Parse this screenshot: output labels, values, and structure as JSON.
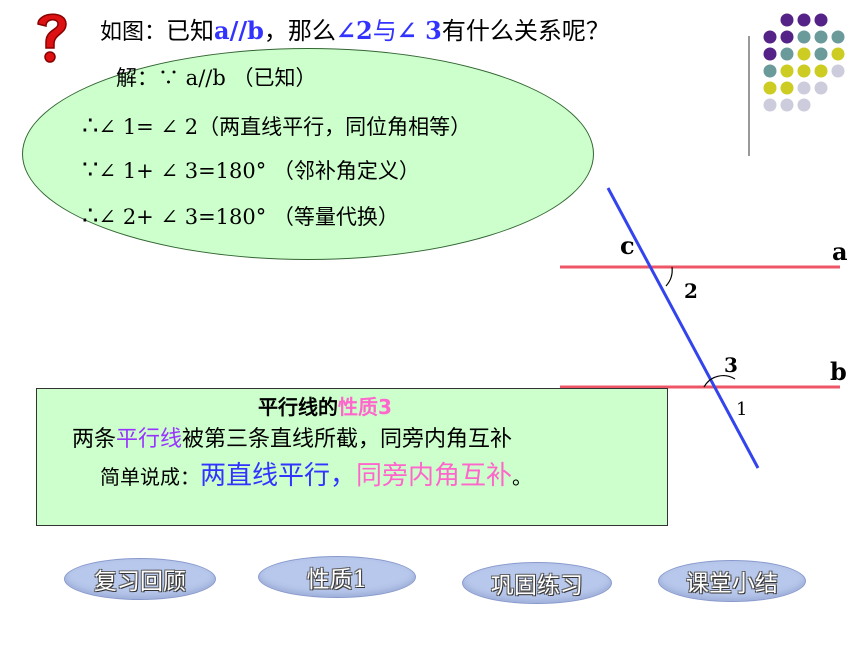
{
  "question_icon": "question-mark-icon",
  "title": {
    "prefix": "如图：",
    "given": "已知",
    "ab": "a//b",
    "mid": "，那么",
    "a2": "∠2",
    "yu": "与",
    "a3": "∠ 3",
    "suffix": "有什么关系呢？"
  },
  "proof": {
    "line0": "解：∵ a//b （已知）",
    "line1_sym": "∴",
    "line1": "∠ 1= ∠ 2（两直线平行，同位角相等）",
    "line2_sym": "∵",
    "line2": "∠ 1+ ∠ 3=180° （邻补角定义）",
    "line3_sym": "∴",
    "line3": "∠ 2+ ∠ 3=180° （等量代换）"
  },
  "diagram": {
    "label_c": "c",
    "label_a": "a",
    "label_b": "b",
    "angle_1": "1",
    "angle_2": "2",
    "angle_3": "3",
    "parallel_color": "#ee5566",
    "transversal_color": "#3344ee"
  },
  "property": {
    "title_pre": "平行线的",
    "title_em": "性质3",
    "line1_pre": "两条",
    "line1_em": "平行线",
    "line1_post": "被第三条直线所截，同旁内角互补",
    "line2_pre": "简单说成：",
    "line2_blue": "两直线平行，",
    "line2_pink": "同旁内角互补",
    "line2_end": "。"
  },
  "nav": {
    "btn1": "复习回顾",
    "btn2": "性质1",
    "btn3": "巩固练习",
    "btn4": "课堂小结"
  },
  "colors": {
    "green_fill": "#ccffcc",
    "dot_purple": "#552288",
    "dot_teal": "#6a9a9a",
    "dot_yellow": "#cccc22",
    "dot_grey": "#ccccdd"
  }
}
